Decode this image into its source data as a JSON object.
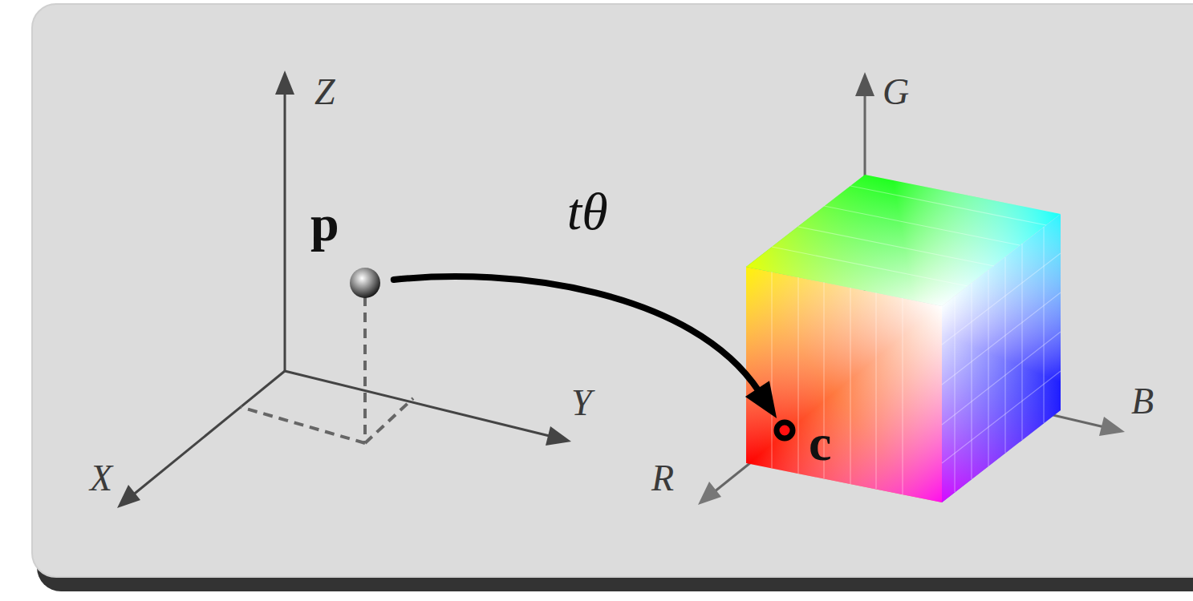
{
  "diagram": {
    "nodes": [
      {
        "text": [
          "p"
        ]
      },
      {
        "text": [
          "c"
        ]
      }
    ],
    "edges": [
      {
        "from": 0,
        "to": 1,
        "label": "tθ",
        "arrow": "to"
      }
    ],
    "labels": [
      "Z",
      "Y",
      "X",
      "G",
      "B",
      "R"
    ]
  }
}
